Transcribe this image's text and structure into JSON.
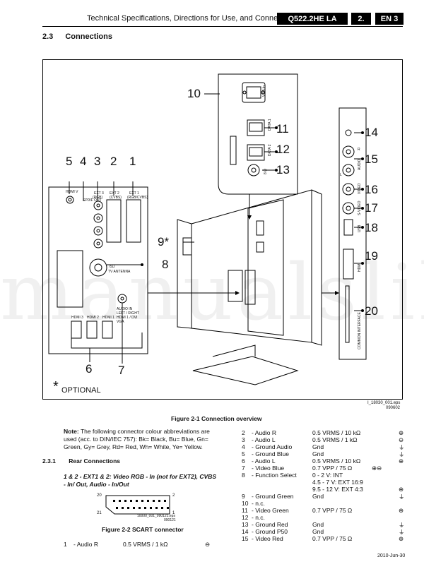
{
  "header": {
    "title": "Technical Specifications, Directions for Use, and Connections",
    "model": "Q522.2HE LA",
    "chapter": "2.",
    "lang": "EN 3"
  },
  "section": {
    "number": "2.3",
    "title": "Connections"
  },
  "figure1": {
    "callouts": [
      "1",
      "2",
      "3",
      "4",
      "5",
      "6",
      "7",
      "8",
      "9*",
      "10",
      "11",
      "12",
      "13",
      "14",
      "15",
      "16",
      "17",
      "18",
      "19",
      "20"
    ],
    "optional_star": "*",
    "optional_label": "OPTIONAL",
    "eps_name": "I_18030_001.eps",
    "eps_date": "090602",
    "caption": "Figure 2-1 Connection overview",
    "labels": {
      "vga": "VGA In",
      "data1": "DATA 1",
      "data2": "DATA 2",
      "ohm": "8 Ω",
      "audio": "AUDIO",
      "video": "VIDEO",
      "svideo": "S-VIDEO",
      "usb": "USB",
      "hdmi": "HDMI",
      "ci": "COMMON INTERFACE",
      "r": "R",
      "l": "L",
      "ext3": "EXT 3",
      "ext2": "EXT 2",
      "ext1": "EXT 1",
      "ext3sub": "(RGB)",
      "ext2sub": "(CVBS)",
      "ext1sub": "(RGB/CVBS)",
      "hdmi_a": "HDMI 3",
      "hdmi_b": "HDMI 2",
      "hdmi_c": "HDMI 1",
      "antenna": "75Ω",
      "antenna2": "TV ANTENNA",
      "spdif": "SPDIF OUT",
      "hdmi_v": "HDMI V",
      "audio_in": "AUDIO IN",
      "audio_in2": "LEFT / RIGHT",
      "audio_in3": "HDMI 1 / DVI",
      "audio_in4": "VGA"
    }
  },
  "note": {
    "bold": "Note:",
    "text": " The following connector colour abbreviations are used (acc. to DIN/IEC 757): Bk= Black, Bu= Blue, Gn= Green, Gy= Grey, Rd= Red, Wh= White, Ye= Yellow."
  },
  "subsection": {
    "number": "2.3.1",
    "title": "Rear Connections"
  },
  "scart_heading": "1 & 2 - EXT1 & 2: Video RGB - In (not for EXT2), CVBS - In/ Out, Audio - In/Out",
  "figure2": {
    "pin20": "20",
    "pin2": "2",
    "pin21": "21",
    "pin1": "1",
    "eps_name": "10000_001_090121.eps",
    "eps_date": "090121",
    "caption": "Figure 2-2 SCART connector"
  },
  "pin_table": [
    {
      "pin": "1",
      "name": "- Audio R",
      "value": "0.5 VRMS / 1 kΩ",
      "sym": "out"
    },
    {
      "pin": "2",
      "name": "- Audio R",
      "value": "0.5 VRMS / 10 kΩ",
      "sym": "in"
    },
    {
      "pin": "3",
      "name": "- Audio L",
      "value": "0.5 VRMS / 1 kΩ",
      "sym": "out"
    },
    {
      "pin": "4",
      "name": "- Ground Audio",
      "value": "Gnd",
      "sym": "gnd"
    },
    {
      "pin": "5",
      "name": "- Ground Blue",
      "value": "Gnd",
      "sym": "gnd"
    },
    {
      "pin": "6",
      "name": "- Audio L",
      "value": "0.5 VRMS / 10 kΩ",
      "sym": "in"
    },
    {
      "pin": "7",
      "name": "- Video Blue",
      "value": "0.7 VPP / 75 Ω",
      "sym": "inout"
    },
    {
      "pin": "8",
      "name": "- Function Select",
      "value": "0 - 2 V: INT",
      "sym": ""
    },
    {
      "pin": "",
      "name": "",
      "value": "4.5 - 7 V: EXT 16:9",
      "sym": ""
    },
    {
      "pin": "",
      "name": "",
      "value": "9.5 - 12 V: EXT 4:3",
      "sym": "in"
    },
    {
      "pin": "9",
      "name": "- Ground Green",
      "value": "Gnd",
      "sym": "gnd"
    },
    {
      "pin": "10",
      "name": "- n.c.",
      "value": "",
      "sym": ""
    },
    {
      "pin": "11",
      "name": "- Video Green",
      "value": "0.7 VPP / 75 Ω",
      "sym": "in"
    },
    {
      "pin": "12",
      "name": "- n.c.",
      "value": "",
      "sym": ""
    },
    {
      "pin": "13",
      "name": "- Ground Red",
      "value": "Gnd",
      "sym": "gnd"
    },
    {
      "pin": "14",
      "name": "- Ground P50",
      "value": "Gnd",
      "sym": "gnd"
    },
    {
      "pin": "15",
      "name": "- Video Red",
      "value": "0.7 VPP / 75 Ω",
      "sym": "in"
    }
  ],
  "watermark": "manualslib",
  "footer_date": "2010-Jun-30"
}
